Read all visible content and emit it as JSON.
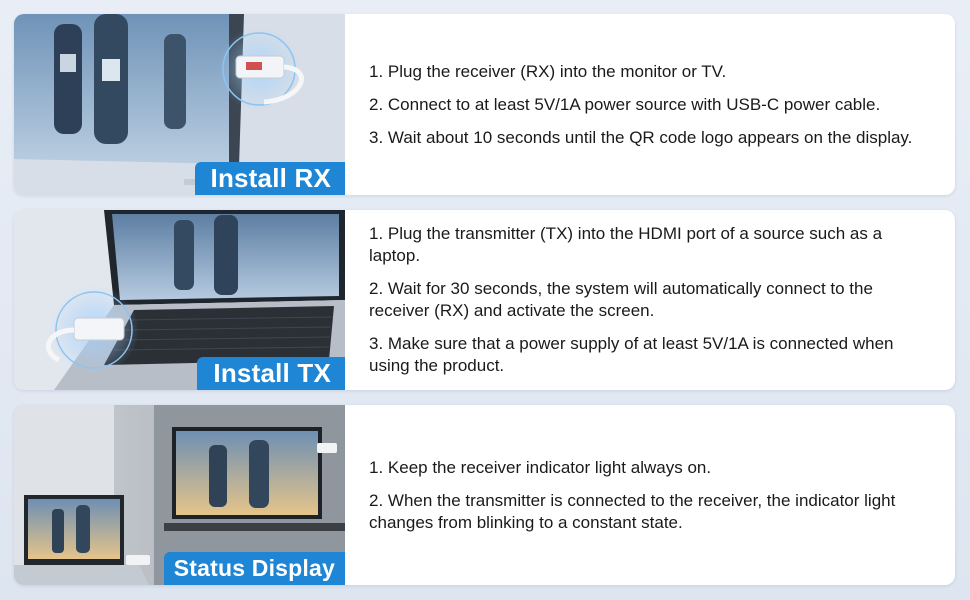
{
  "sections": [
    {
      "label": "Install RX",
      "steps": [
        "1.  Plug the receiver (RX) into the monitor or TV.",
        "2.  Connect to at least 5V/1A power source with USB-C power cable.",
        "3.  Wait about 10 seconds until the QR code logo appears on the display."
      ]
    },
    {
      "label": "Install TX",
      "steps": [
        "1. Plug the transmitter (TX) into the HDMI port of a source such as a laptop.",
        "2. Wait for 30 seconds, the system will automatically connect to the receiver (RX) and activate the screen.",
        "3. Make sure that a power supply of at least 5V/1A is connected when using the product."
      ]
    },
    {
      "label": "Status Display",
      "steps": [
        "1. Keep the receiver indicator light always on.",
        "2. When the transmitter is connected to the receiver, the indicator light changes from blinking to a constant state."
      ]
    }
  ],
  "colors": {
    "label_bg": "#1f86d6",
    "background": "#e9eef6",
    "panel": "#ffffff"
  }
}
